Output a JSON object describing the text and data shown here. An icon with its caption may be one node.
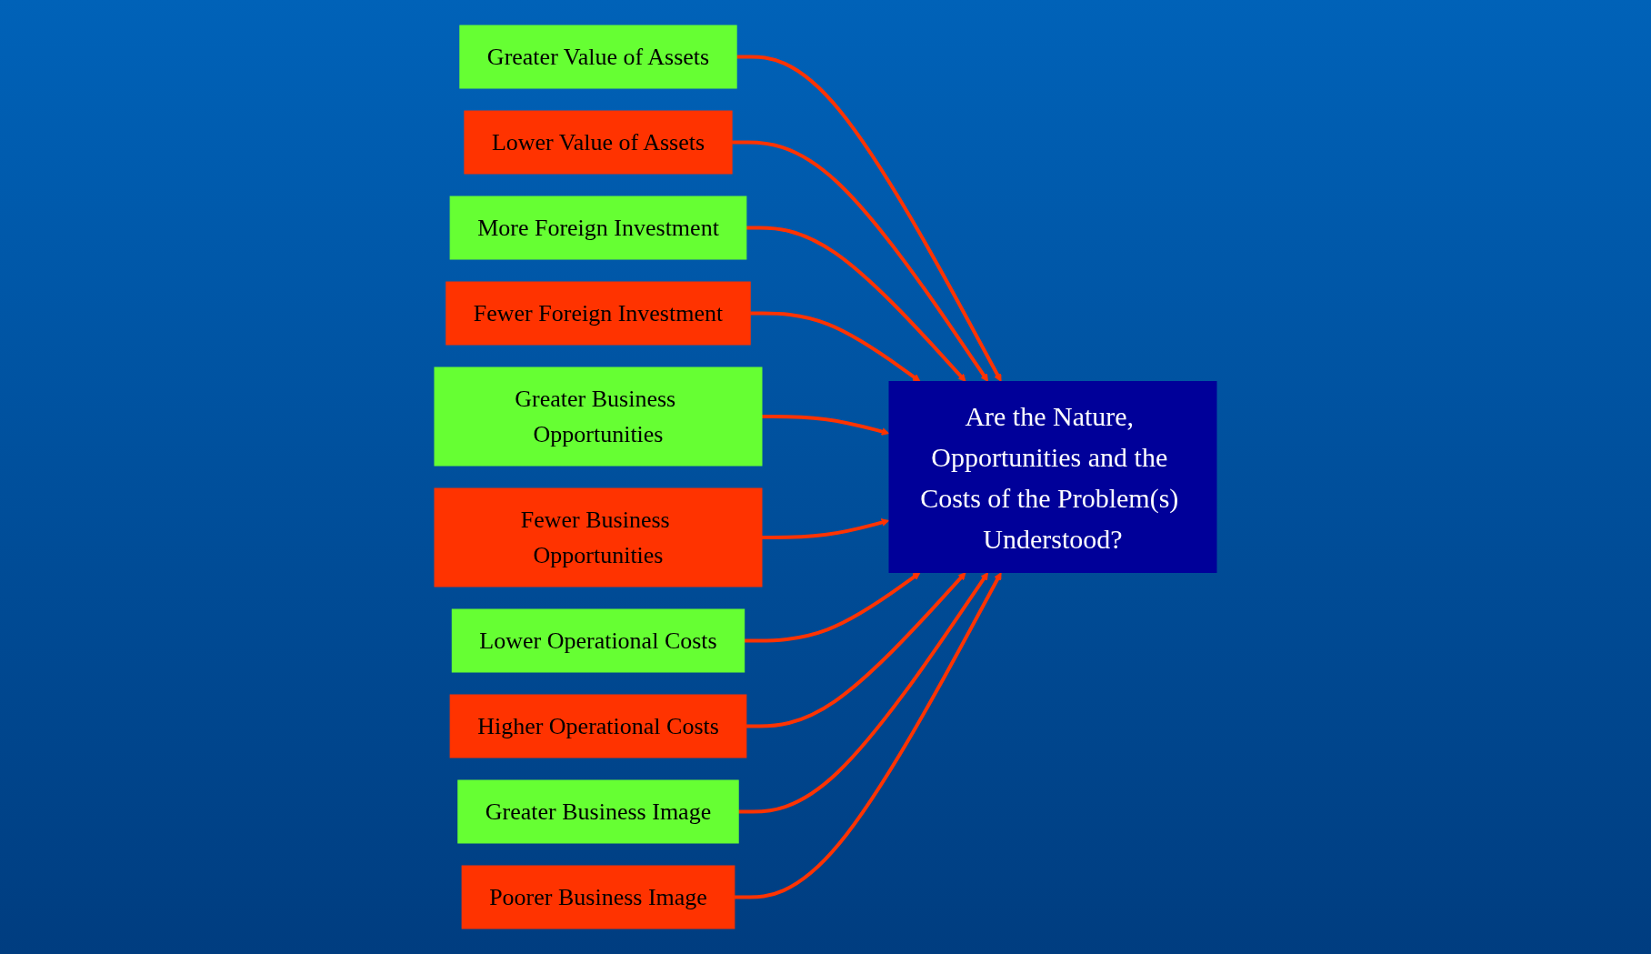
{
  "diagram": {
    "nodes": [
      {
        "text": [
          "Greater Value of Assets"
        ]
      },
      {
        "text": [
          "Lower Value of Assets"
        ]
      },
      {
        "text": [
          "More Foreign Investment"
        ]
      },
      {
        "text": [
          "Are the Nature, Opportunities and the Costs of the Problem(s) Understood?"
        ]
      },
      {
        "text": [
          "Fewer Foreign Investment"
        ]
      },
      {
        "text": [
          "Greater Business Opportunities"
        ]
      },
      {
        "text": [
          "Fewer Business Opportunities"
        ]
      },
      {
        "text": [
          "Lower Operational Costs"
        ]
      },
      {
        "text": [
          "Higher Operational Costs"
        ]
      },
      {
        "text": [
          "Greater Business Image"
        ]
      },
      {
        "text": [
          "Poorer Business Image"
        ]
      }
    ],
    "edges": [
      {
        "from": 0,
        "to": 3,
        "arrow": "to"
      },
      {
        "from": 1,
        "to": 3,
        "arrow": "to"
      },
      {
        "from": 2,
        "to": 3,
        "arrow": "to"
      },
      {
        "from": 4,
        "to": 3,
        "arrow": "to"
      },
      {
        "from": 5,
        "to": 3,
        "arrow": "to"
      },
      {
        "from": 6,
        "to": 3,
        "arrow": "to"
      },
      {
        "from": 7,
        "to": 3,
        "arrow": "to"
      },
      {
        "from": 8,
        "to": 3,
        "arrow": "to"
      },
      {
        "from": 9,
        "to": 3,
        "arrow": "to"
      },
      {
        "from": 10,
        "to": 3,
        "arrow": "to"
      }
    ]
  }
}
